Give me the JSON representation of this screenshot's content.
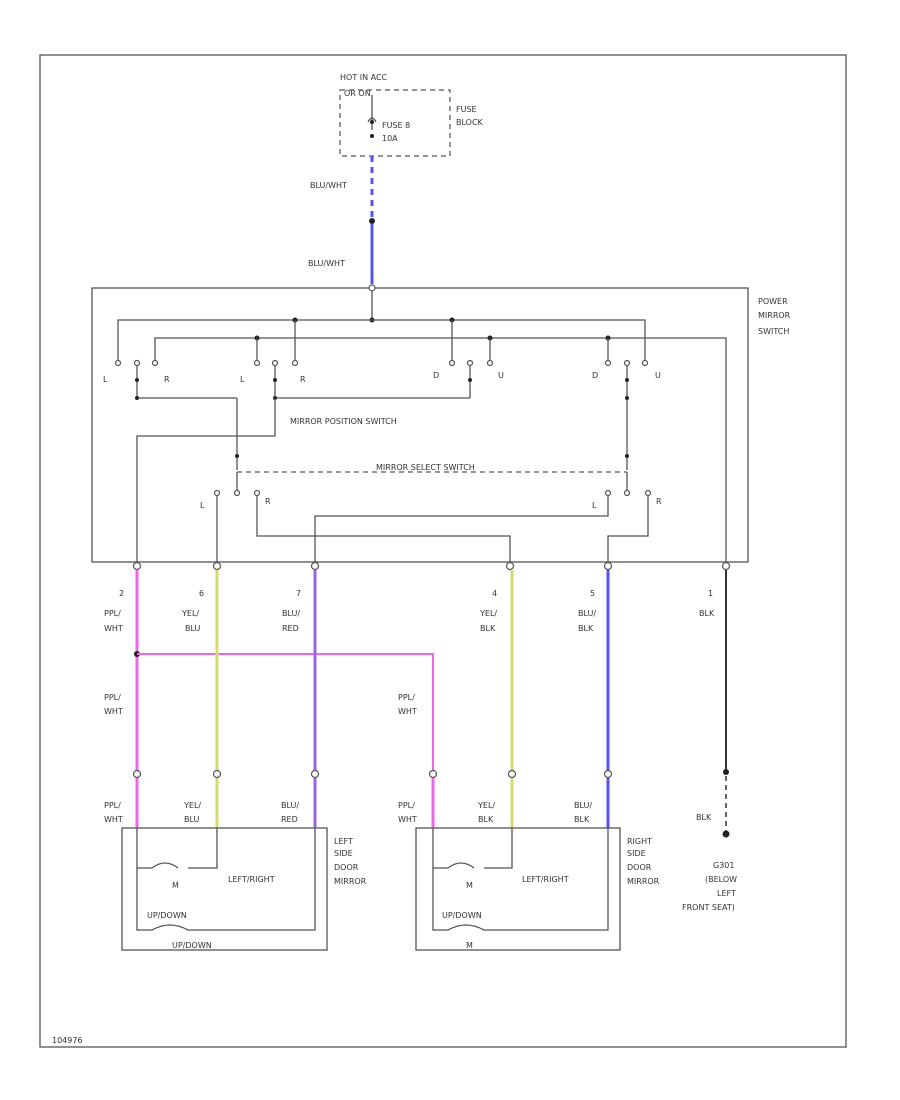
{
  "power": {
    "line1": "HOT IN ACC",
    "line2": "OR ON"
  },
  "fuse": {
    "name_line1": "FUSE 8",
    "name_line2": "10A",
    "block_line1": "FUSE",
    "block_line2": "BLOCK"
  },
  "feed_wire": {
    "upper": "BLU/WHT",
    "lower": "BLU/WHT"
  },
  "switch": {
    "title_line1": "POWER",
    "title_line2": "MIRROR",
    "title_line3": "SWITCH",
    "position_switch": "MIRROR POSITION SWITCH",
    "select_switch": "MIRROR SELECT SWITCH",
    "contact_labels": [
      "L",
      "R",
      "L",
      "R",
      "D",
      "U",
      "D",
      "U"
    ],
    "select_labels": [
      "L",
      "R",
      "L",
      "R"
    ]
  },
  "pins": [
    "2",
    "6",
    "7",
    "4",
    "5",
    "1"
  ],
  "wires_top": [
    {
      "l1": "PPL/",
      "l2": "WHT",
      "color": "#ee66ee"
    },
    {
      "l1": "YEL/",
      "l2": "BLU",
      "color": "#d8d870"
    },
    {
      "l1": "BLU/",
      "l2": "RED",
      "color": "#9966dd"
    },
    {
      "l1": "YEL/",
      "l2": "BLK",
      "color": "#d8d870"
    },
    {
      "l1": "BLU/",
      "l2": "BLK",
      "color": "#5555ee"
    },
    {
      "l1": "BLK",
      "l2": "",
      "color": "#333333"
    }
  ],
  "wires_mid": [
    {
      "l1": "PPL/",
      "l2": "WHT"
    },
    {
      "l1": "PPL/",
      "l2": "WHT"
    }
  ],
  "wires_bottom": [
    {
      "l1": "PPL/",
      "l2": "WHT"
    },
    {
      "l1": "YEL/",
      "l2": "BLU"
    },
    {
      "l1": "BLU/",
      "l2": "RED"
    },
    {
      "l1": "PPL/",
      "l2": "WHT"
    },
    {
      "l1": "YEL/",
      "l2": "BLK"
    },
    {
      "l1": "BLU/",
      "l2": "BLK"
    }
  ],
  "left_mirror": {
    "name_line1": "LEFT",
    "name_line2": "SIDE",
    "name_line3": "DOOR",
    "name_line4": "MIRROR",
    "lr_motor": "LEFT/RIGHT",
    "ud_motor": "UP/DOWN",
    "motor_symbol": "M"
  },
  "right_mirror": {
    "name_line1": "RIGHT",
    "name_line2": "SIDE",
    "name_line3": "DOOR",
    "name_line4": "MIRROR",
    "lr_motor": "LEFT/RIGHT",
    "ud_motor": "UP/DOWN",
    "motor_symbol": "M"
  },
  "ground": {
    "wire": "BLK",
    "line1": "G301",
    "line2": "(BELOW",
    "line3": "LEFT",
    "line4": "FRONT SEAT)"
  },
  "footer": {
    "code": "104976"
  }
}
